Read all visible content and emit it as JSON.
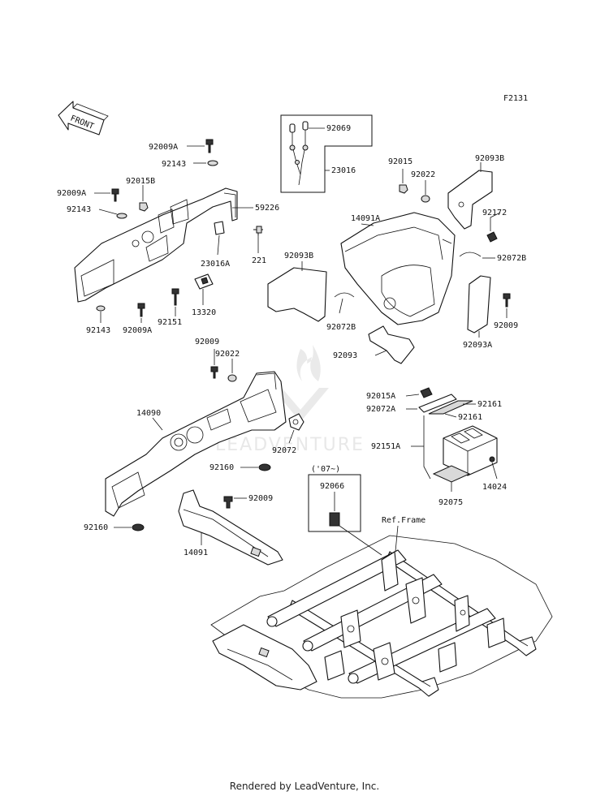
{
  "figure_code": "F2131",
  "front_label": "FRONT",
  "watermark": "LEADVENTURE",
  "footer": "Rendered by LeadVenture, Inc.",
  "labels": {
    "p92069": "92069",
    "p23016": "23016",
    "p92009A_1": "92009A",
    "p92143_1": "92143",
    "p92009A_2": "92009A",
    "p92015B": "92015B",
    "p92143_2": "92143",
    "p59226": "59226",
    "p221": "221",
    "p23016A": "23016A",
    "p13320": "13320",
    "p92151": "92151",
    "p92143_3": "92143",
    "p92009A_3": "92009A",
    "p92015": "92015",
    "p92022_1": "92022",
    "p92093B_1": "92093B",
    "p14091A": "14091A",
    "p92172": "92172",
    "p92072B_1": "92072B",
    "p92093B_2": "92093B",
    "p92072B_2": "92072B",
    "p92009_1": "92009",
    "p92093": "92093",
    "p92093A": "92093A",
    "p92009_2": "92009",
    "p92022_2": "92022",
    "p14090": "14090",
    "p92072": "92072",
    "p92160_1": "92160",
    "p92009_3": "92009",
    "p92160_2": "92160",
    "p14091": "14091",
    "p92015A": "92015A",
    "p92072A": "92072A",
    "p92161_1": "92161",
    "p92161_2": "92161",
    "p92151A": "92151A",
    "p14024": "14024",
    "p92075": "92075",
    "p07note": "('07~)",
    "p92066": "92066",
    "ref_frame": "Ref.Frame"
  }
}
